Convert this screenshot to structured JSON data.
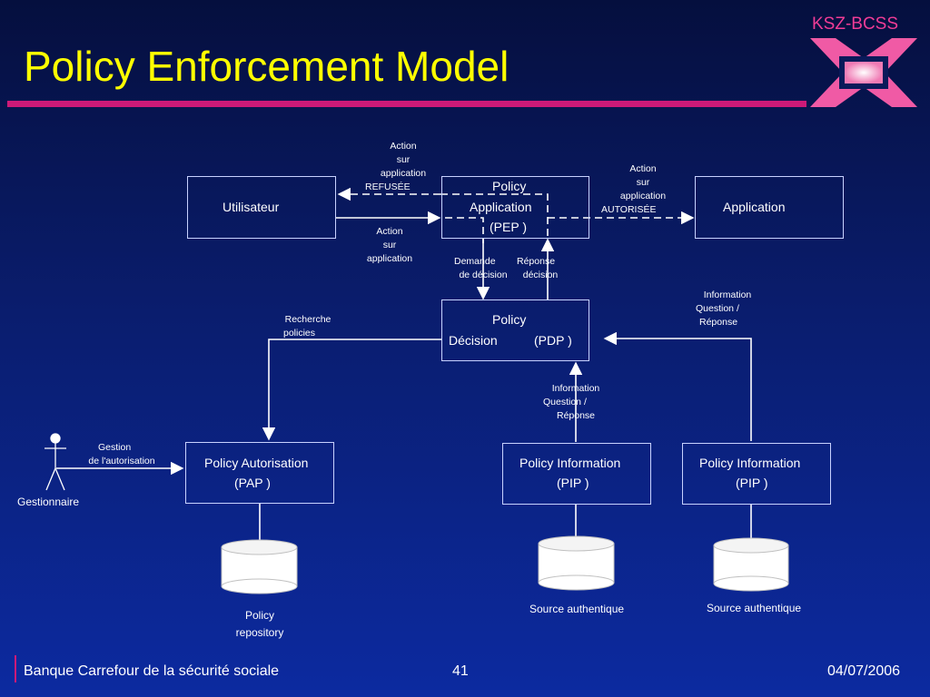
{
  "slide": {
    "title": "Policy Enforcement Model",
    "brand": "KSZ-BCSS",
    "footer_left": "Banque Carrefour de la sécurité sociale",
    "page_number": "41",
    "date": "04/07/2006"
  },
  "boxes": {
    "utilisateur": "Utilisateur",
    "pep": [
      "Policy",
      "Application",
      "(PEP )"
    ],
    "application": "Application",
    "pdp": [
      "Policy",
      "Décision",
      "(PDP )"
    ],
    "pap": [
      "Policy Autorisation",
      "(PAP )"
    ],
    "pip1": [
      "Policy Information",
      "(PIP )"
    ],
    "pip2": [
      "Policy Information",
      "(PIP )"
    ]
  },
  "labels": {
    "action_refusee": [
      "Action",
      "sur",
      "application",
      "REFUSÉE"
    ],
    "action_autorisee": [
      "Action",
      "sur",
      "application",
      "AUTORISÉE"
    ],
    "action_sur_app": [
      "Action",
      "sur",
      "application"
    ],
    "demande": [
      "Demande",
      "de décision"
    ],
    "reponse": [
      "Réponse",
      "décision"
    ],
    "info_right": [
      "Information",
      "Question /",
      "Réponse"
    ],
    "recherche": [
      "Recherche",
      "policies"
    ],
    "info_mid": [
      "Information",
      "Question /",
      "Réponse"
    ],
    "gestion": [
      "Gestion",
      "de l'autorisation"
    ]
  },
  "actor": {
    "label": "Gestionnaire"
  },
  "stores": {
    "policy_repository": [
      "Policy",
      "repository"
    ],
    "source1": "Source authentique",
    "source2": "Source authentique"
  },
  "colors": {
    "title": "#ffff00",
    "accent": "#cc1a78",
    "brand": "#f03c96"
  }
}
